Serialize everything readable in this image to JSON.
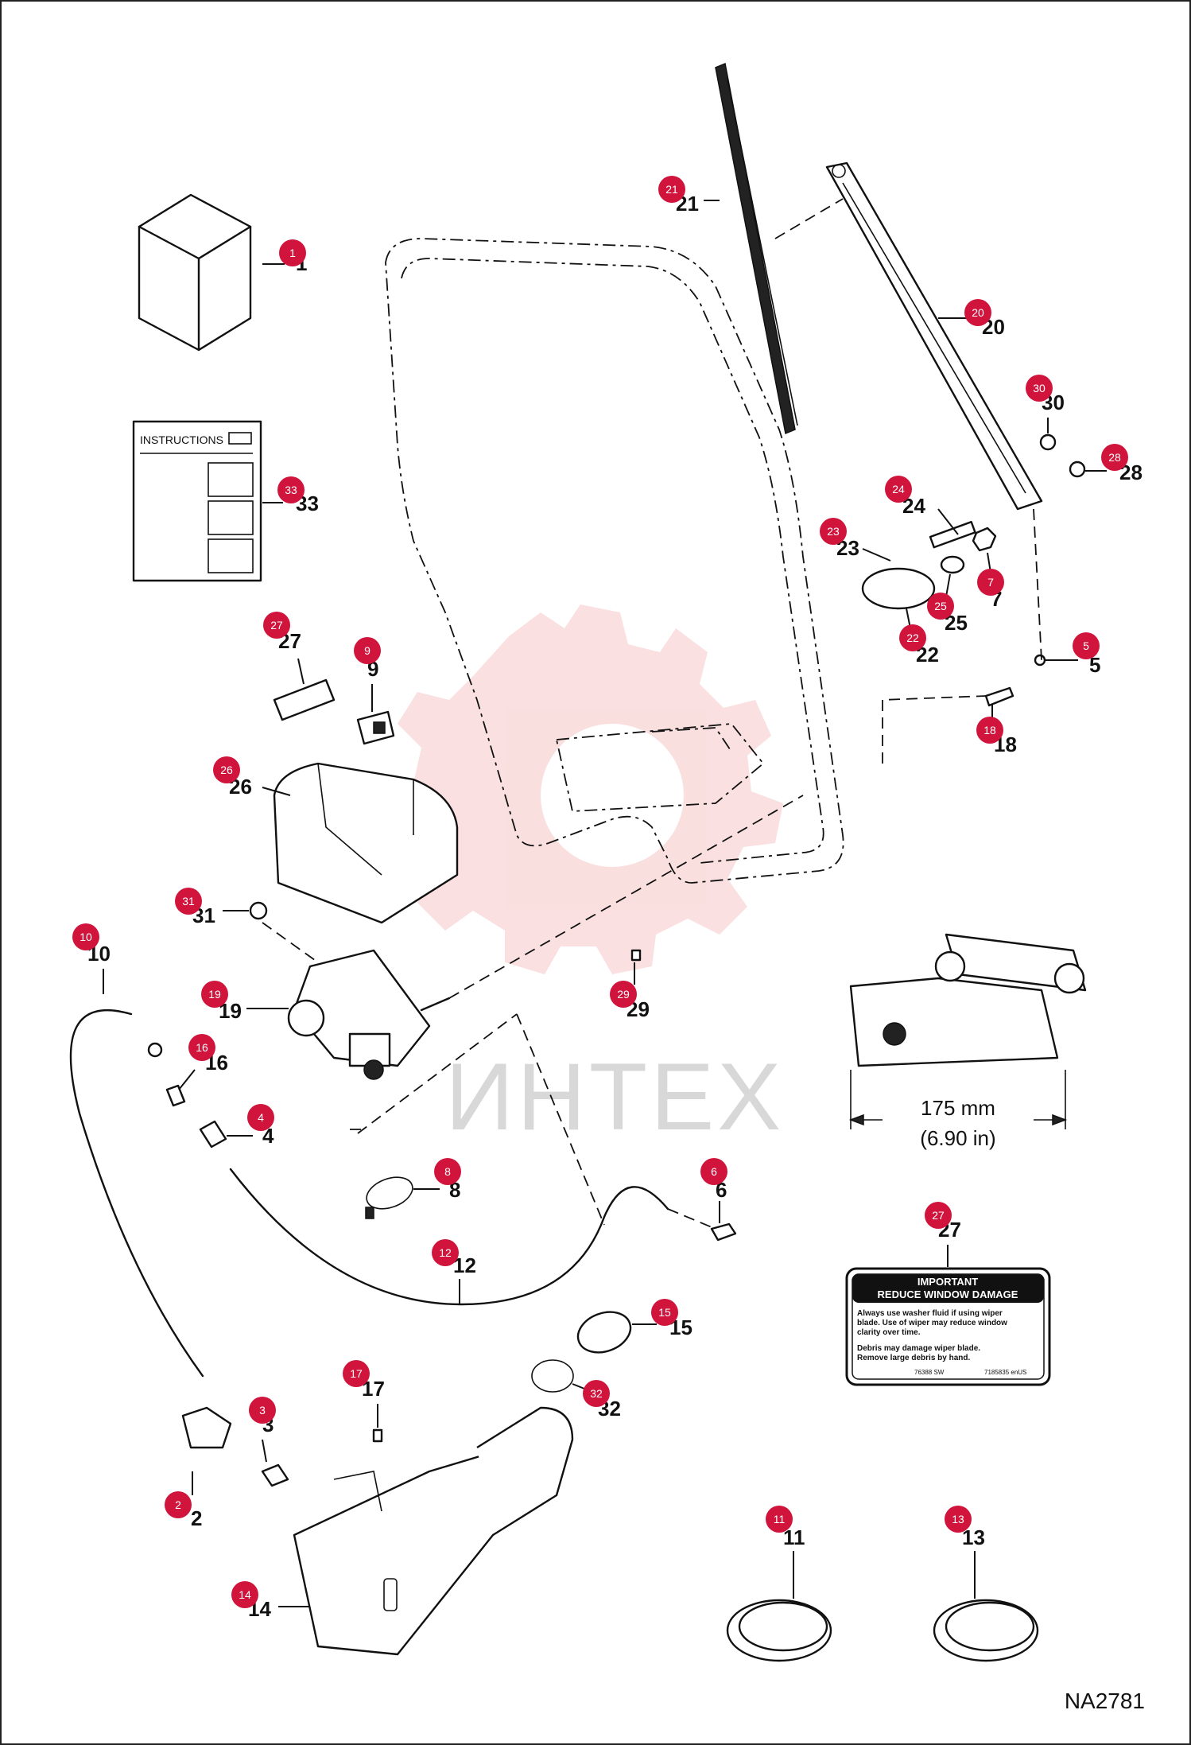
{
  "diagram": {
    "code": "NA2781",
    "watermark": "ИНТЕХ",
    "dimension": {
      "metric": "175 mm",
      "imperial": "(6.90 in)"
    },
    "instructions_sheet_title": "INSTRUCTIONS",
    "warning_decal": {
      "title_line1": "IMPORTANT",
      "title_line2": "REDUCE WINDOW DAMAGE",
      "body_line1": "Always use washer fluid if using wiper",
      "body_line2": "blade. Use of wiper may reduce window",
      "body_line3": "clarity over time.",
      "body_line4": "Debris may damage wiper blade.",
      "body_line5": "Remove large debris by hand.",
      "code_left": "76388 SW",
      "code_right": "7185835 enUS"
    },
    "colors": {
      "callout_red": "#d0143c",
      "watermark_pink": "#f6c6c6",
      "ink": "#111111"
    }
  },
  "parts": [
    {
      "id": "p1",
      "no": "1"
    },
    {
      "id": "p2",
      "no": "2"
    },
    {
      "id": "p3",
      "no": "3"
    },
    {
      "id": "p4",
      "no": "4"
    },
    {
      "id": "p5",
      "no": "5"
    },
    {
      "id": "p6",
      "no": "6"
    },
    {
      "id": "p7",
      "no": "7"
    },
    {
      "id": "p8",
      "no": "8"
    },
    {
      "id": "p9",
      "no": "9"
    },
    {
      "id": "p10",
      "no": "10"
    },
    {
      "id": "p11",
      "no": "11"
    },
    {
      "id": "p12",
      "no": "12"
    },
    {
      "id": "p13",
      "no": "13"
    },
    {
      "id": "p14",
      "no": "14"
    },
    {
      "id": "p15",
      "no": "15"
    },
    {
      "id": "p16",
      "no": "16"
    },
    {
      "id": "p17",
      "no": "17"
    },
    {
      "id": "p18",
      "no": "18"
    },
    {
      "id": "p19",
      "no": "19"
    },
    {
      "id": "p20",
      "no": "20"
    },
    {
      "id": "p21",
      "no": "21"
    },
    {
      "id": "p22",
      "no": "22"
    },
    {
      "id": "p23",
      "no": "23"
    },
    {
      "id": "p24",
      "no": "24"
    },
    {
      "id": "p25",
      "no": "25"
    },
    {
      "id": "p26",
      "no": "26"
    },
    {
      "id": "p27a",
      "no": "27"
    },
    {
      "id": "p27b",
      "no": "27"
    },
    {
      "id": "p28",
      "no": "28"
    },
    {
      "id": "p29",
      "no": "29"
    },
    {
      "id": "p30",
      "no": "30"
    },
    {
      "id": "p31",
      "no": "31"
    },
    {
      "id": "p32",
      "no": "32"
    },
    {
      "id": "p33",
      "no": "33"
    }
  ]
}
